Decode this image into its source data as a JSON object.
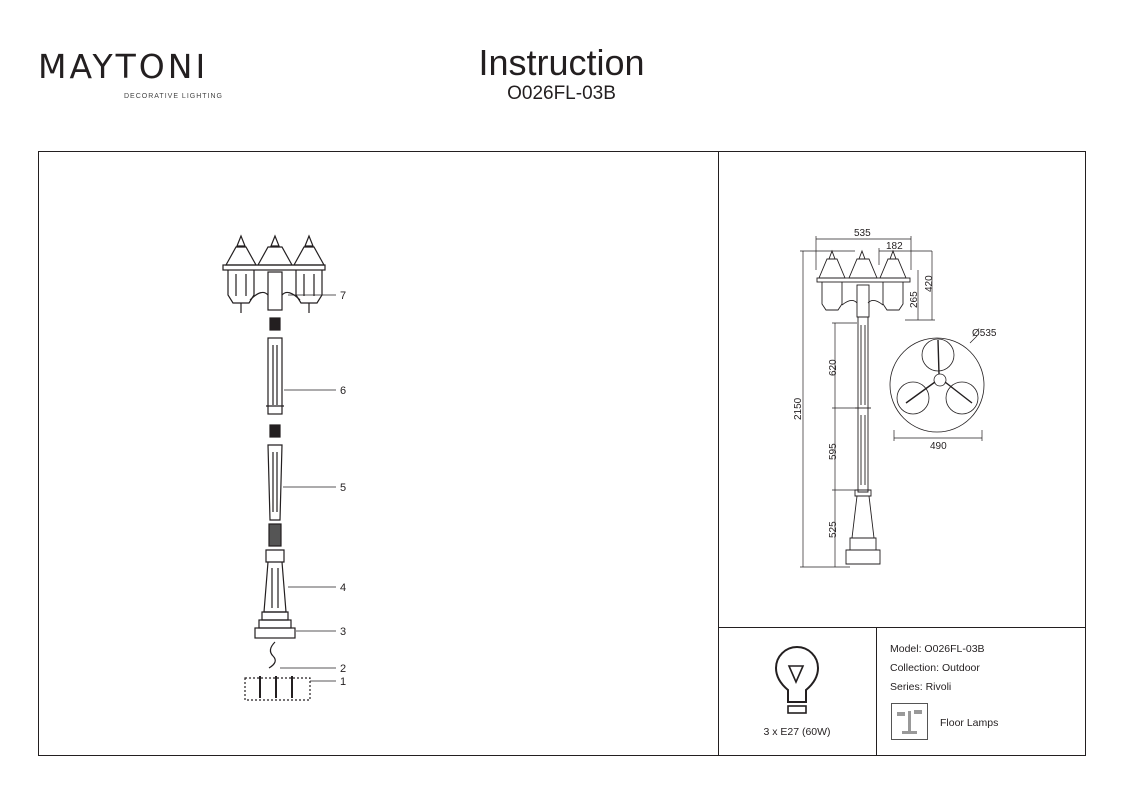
{
  "header": {
    "brand": "MAYTONI",
    "brand_tagline": "DECORATIVE LIGHTING",
    "title": "Instruction",
    "model_code": "O026FL-03B"
  },
  "assembly": {
    "part_labels": [
      "1",
      "2",
      "3",
      "4",
      "5",
      "6",
      "7"
    ]
  },
  "dimensions": {
    "width_total": "535",
    "head_width": "182",
    "head_height": "420",
    "head_body": "265",
    "diameter": "Ø535",
    "upper_pole": "620",
    "total_height": "2150",
    "lower_pole": "595",
    "top_view_width": "490",
    "base_height": "525"
  },
  "specs": {
    "bulb": "3 x E27 (60W)",
    "model": "Model: O026FL-03B",
    "collection": "Collection: Outdoor",
    "series": "Series: Rivoli",
    "category": "Floor Lamps"
  }
}
